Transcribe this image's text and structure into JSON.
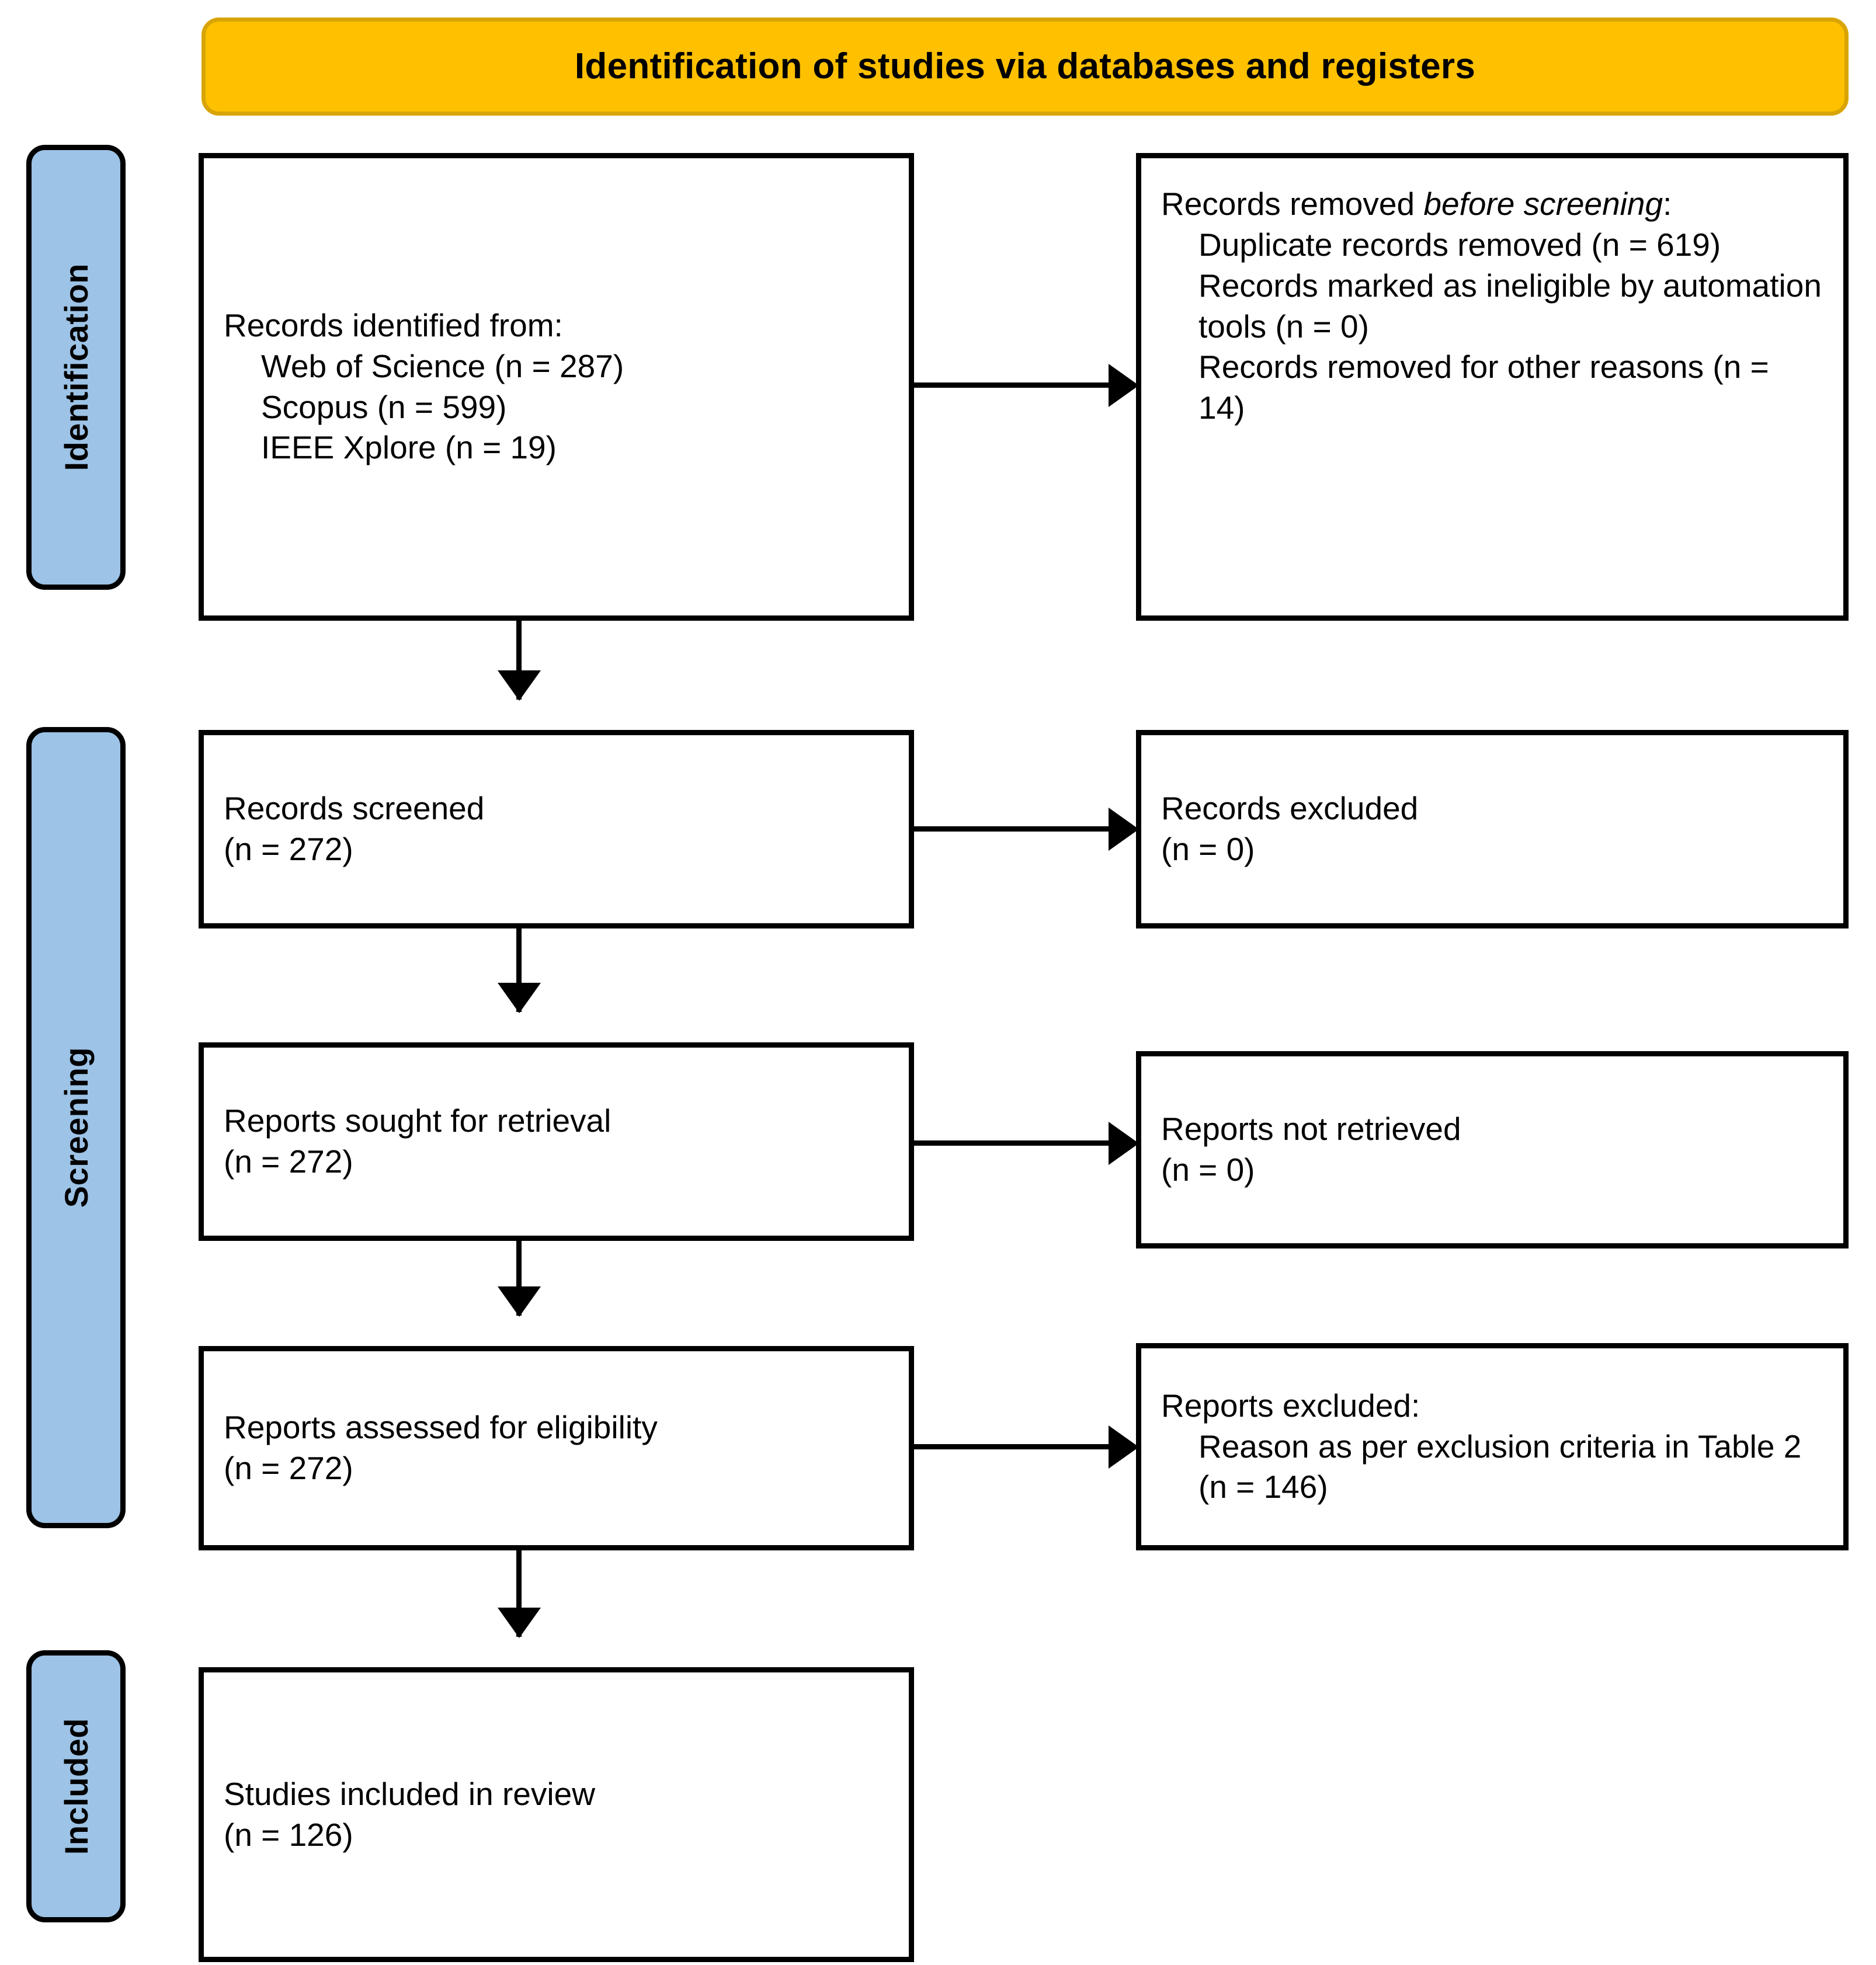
{
  "banner": {
    "title": "Identification of studies via databases and registers",
    "fill_color": "#FFC000",
    "border_color": "#D9A406"
  },
  "stages": {
    "fill_color": "#9DC3E6",
    "border_color": "#000000",
    "identification": "Identification",
    "screening": "Screening",
    "included": "Included"
  },
  "boxes": {
    "identified": {
      "heading": "Records identified from:",
      "items": [
        "Web of Science (n = 287)",
        "Scopus (n = 599)",
        "IEEE Xplore (n = 19)"
      ]
    },
    "removed": {
      "heading_plain": "Records removed ",
      "heading_italic": "before screening",
      "heading_suffix": ":",
      "items": [
        "Duplicate records removed (n = 619)",
        "Records marked as ineligible by automation tools (n = 0)",
        "Records removed for other reasons (n = 14)"
      ]
    },
    "screened": {
      "label": "Records screened",
      "count": "(n = 272)"
    },
    "excluded": {
      "label": "Records excluded",
      "count": "(n = 0)"
    },
    "sought": {
      "label": "Reports sought for retrieval",
      "count": "(n = 272)"
    },
    "not_retrieved": {
      "label": "Reports not retrieved",
      "count": "(n = 0)"
    },
    "eligibility": {
      "label": "Reports assessed for eligibility",
      "count": "(n = 272)"
    },
    "reports_excluded": {
      "heading": "Reports excluded:",
      "items": [
        "Reason as per exclusion criteria in Table 2 (n = 146)"
      ]
    },
    "included": {
      "label": "Studies included in review",
      "count": "(n = 126)"
    }
  },
  "arrows": {
    "down_icon": "arrow-down-icon",
    "right_icon": "arrow-right-icon"
  }
}
